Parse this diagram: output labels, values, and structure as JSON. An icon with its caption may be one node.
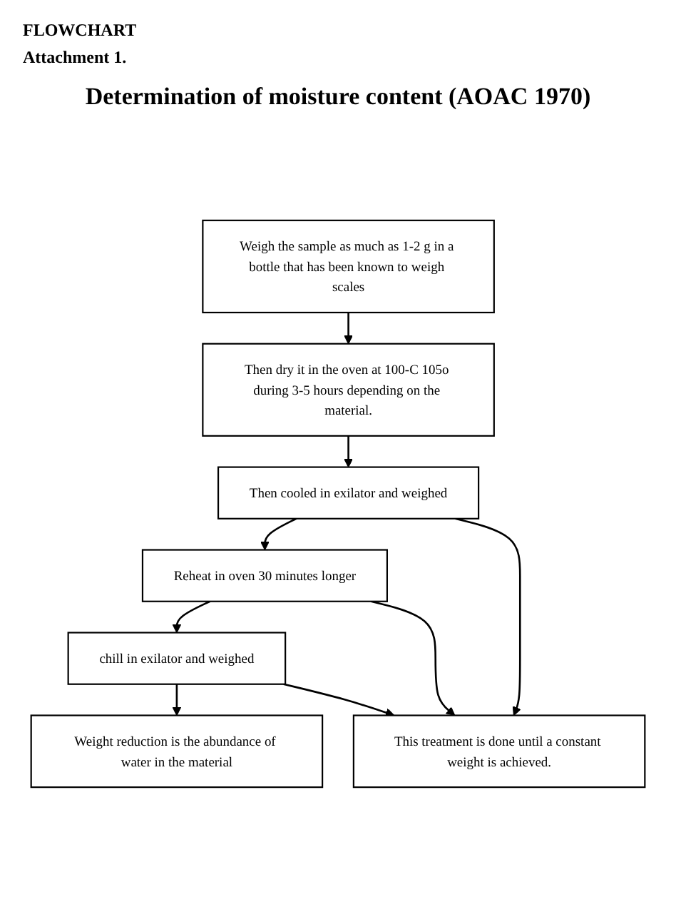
{
  "diagram": {
    "title": "Determination of moisture content (AOAC 1970)",
    "nodes": [
      {
        "text": [
          "Weigh the sample as much as 1-2 g in a bottle that has been known to weigh scales"
        ]
      },
      {
        "text": [
          "Then dry it in the oven at 100-C 105o during 3-5 hours depending on the material."
        ]
      },
      {
        "text": [
          "Then cooled in exilator and weighed"
        ]
      },
      {
        "text": [
          "Reheat in oven 30 minutes longer"
        ]
      },
      {
        "text": [
          "chill in exilator and weighed"
        ]
      },
      {
        "text": [
          "This treatment is done until a constant weight is achieved."
        ]
      },
      {
        "text": [
          "Weight reduction is the abundance of water in the material"
        ]
      }
    ],
    "edges": [
      {
        "from": 0,
        "to": 1,
        "arrow": "to"
      },
      {
        "from": 1,
        "to": 2,
        "arrow": "to"
      },
      {
        "from": 2,
        "to": 3,
        "arrow": "to"
      },
      {
        "from": 3,
        "to": 4,
        "arrow": "to"
      },
      {
        "from": 4,
        "to": 6,
        "arrow": "to"
      },
      {
        "from": 2,
        "to": 5,
        "arrow": "to"
      },
      {
        "from": 3,
        "to": 5,
        "arrow": "to"
      },
      {
        "from": 4,
        "to": 5,
        "arrow": "to"
      }
    ],
    "labels": [
      "FLOWCHART",
      "Attachment 1."
    ]
  }
}
